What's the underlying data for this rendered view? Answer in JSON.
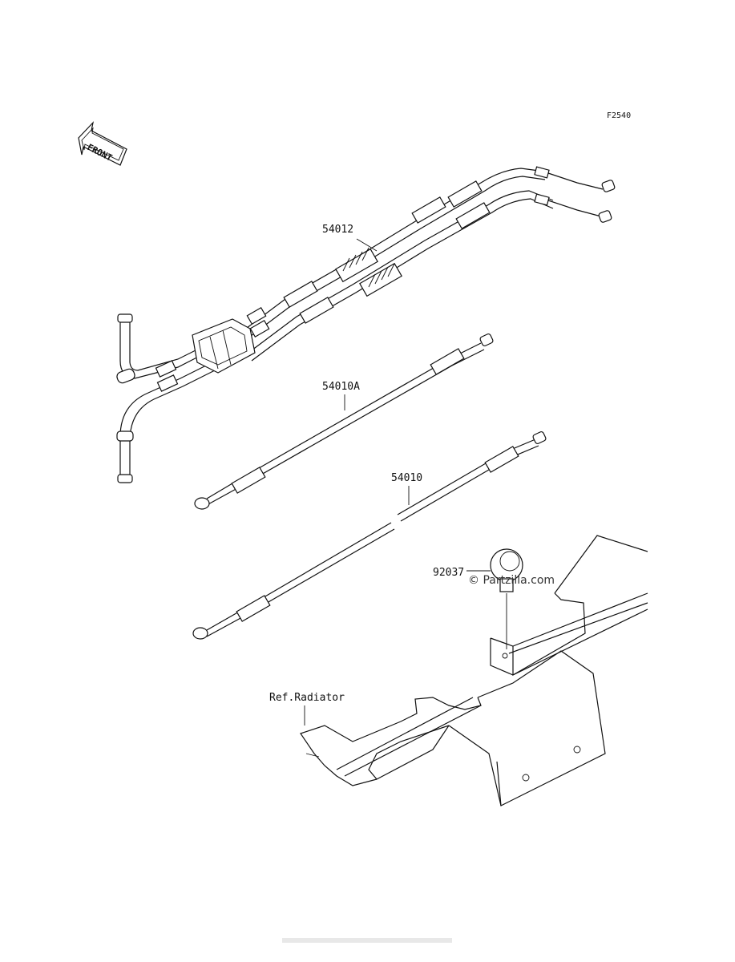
{
  "figure_code": "F2540",
  "front_label": "FRONT",
  "parts": [
    {
      "number": "54012"
    },
    {
      "number": "54010A"
    },
    {
      "number": "54010"
    },
    {
      "number": "92037"
    }
  ],
  "reference_label": "Ref.Radiator",
  "watermark": "© Partzilla.com"
}
